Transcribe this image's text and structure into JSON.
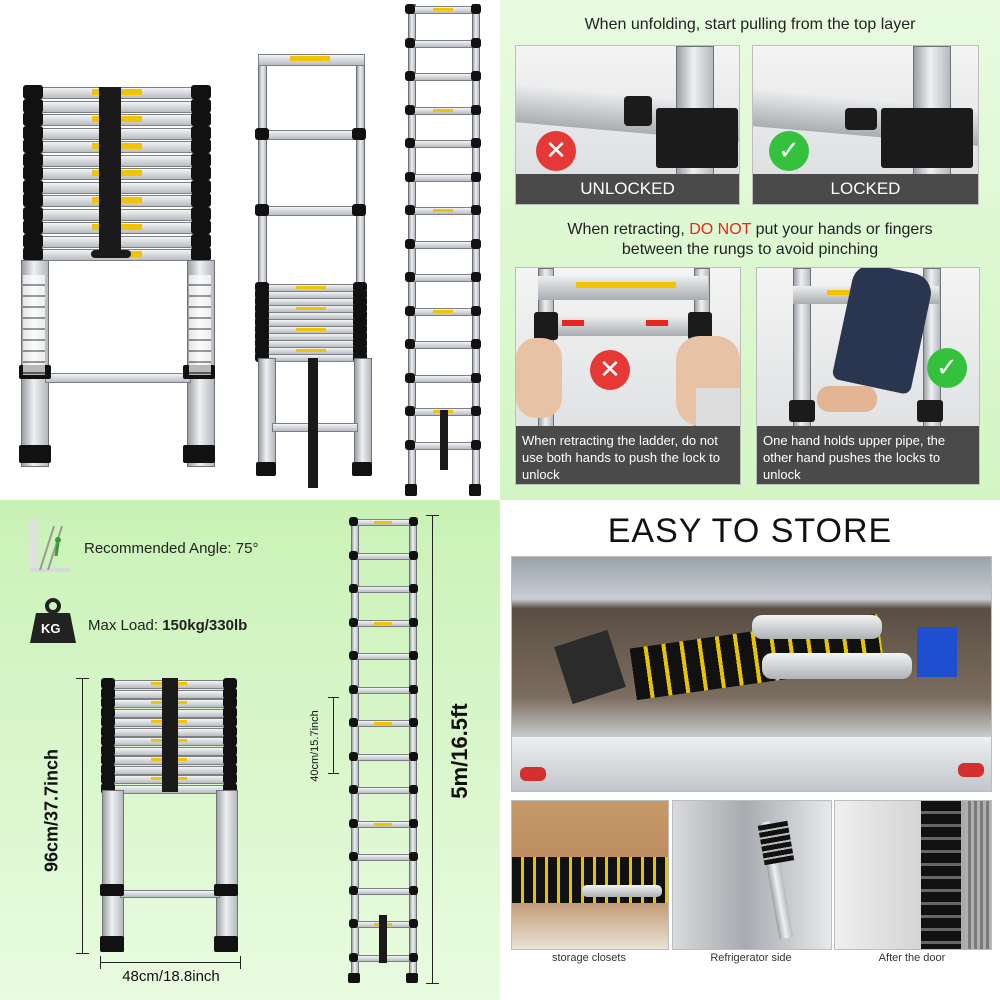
{
  "unfold": {
    "heading": "When unfolding, start pulling from the top layer",
    "unlocked_label": "UNLOCKED",
    "locked_label": "LOCKED"
  },
  "retract": {
    "heading_part1": "When retracting, ",
    "heading_warning": "DO NOT",
    "heading_part2": " put your hands or fingers",
    "heading_line2": "between the rungs to avoid pinching",
    "wrong_desc": "When retracting the ladder, do not use both hands to push the lock to unlock",
    "right_desc": "One hand holds upper pipe, the other hand pushes the locks to unlock"
  },
  "specs": {
    "angle_label": "Recommended Angle: 75°",
    "load_label": "Max Load: ",
    "load_value": "150kg/330lb",
    "kg_icon_text": "KG"
  },
  "dimensions": {
    "height_collapsed": "96cm/37.7inch",
    "width": "48cm/18.8inch",
    "rung_spacing": "40cm/15.7inch",
    "height_extended": "5m/16.5ft"
  },
  "storage": {
    "title": "EASY TO STORE",
    "locations": [
      "storage closets",
      "Refrigerator side",
      "After the door"
    ]
  },
  "colors": {
    "warning_red": "#e8261c",
    "ok_green": "#34c23e",
    "ladder_yellow": "#f0c400",
    "label_bar": "#4a4a4a"
  }
}
